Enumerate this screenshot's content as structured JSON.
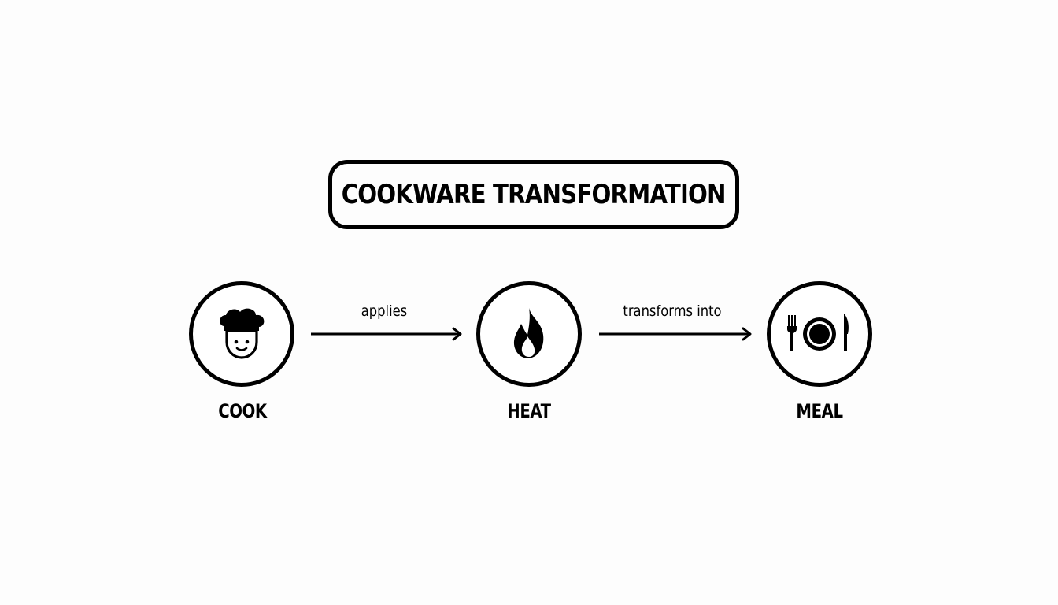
{
  "title": "COOKWARE TRANSFORMATION",
  "nodes": [
    {
      "label": "COOK",
      "icon": "chef-icon"
    },
    {
      "label": "HEAT",
      "icon": "flame-icon"
    },
    {
      "label": "MEAL",
      "icon": "plate-cutlery-icon"
    }
  ],
  "edges": [
    {
      "label": "applies",
      "from": "COOK",
      "to": "HEAT"
    },
    {
      "label": "transforms into",
      "from": "HEAT",
      "to": "MEAL"
    }
  ]
}
